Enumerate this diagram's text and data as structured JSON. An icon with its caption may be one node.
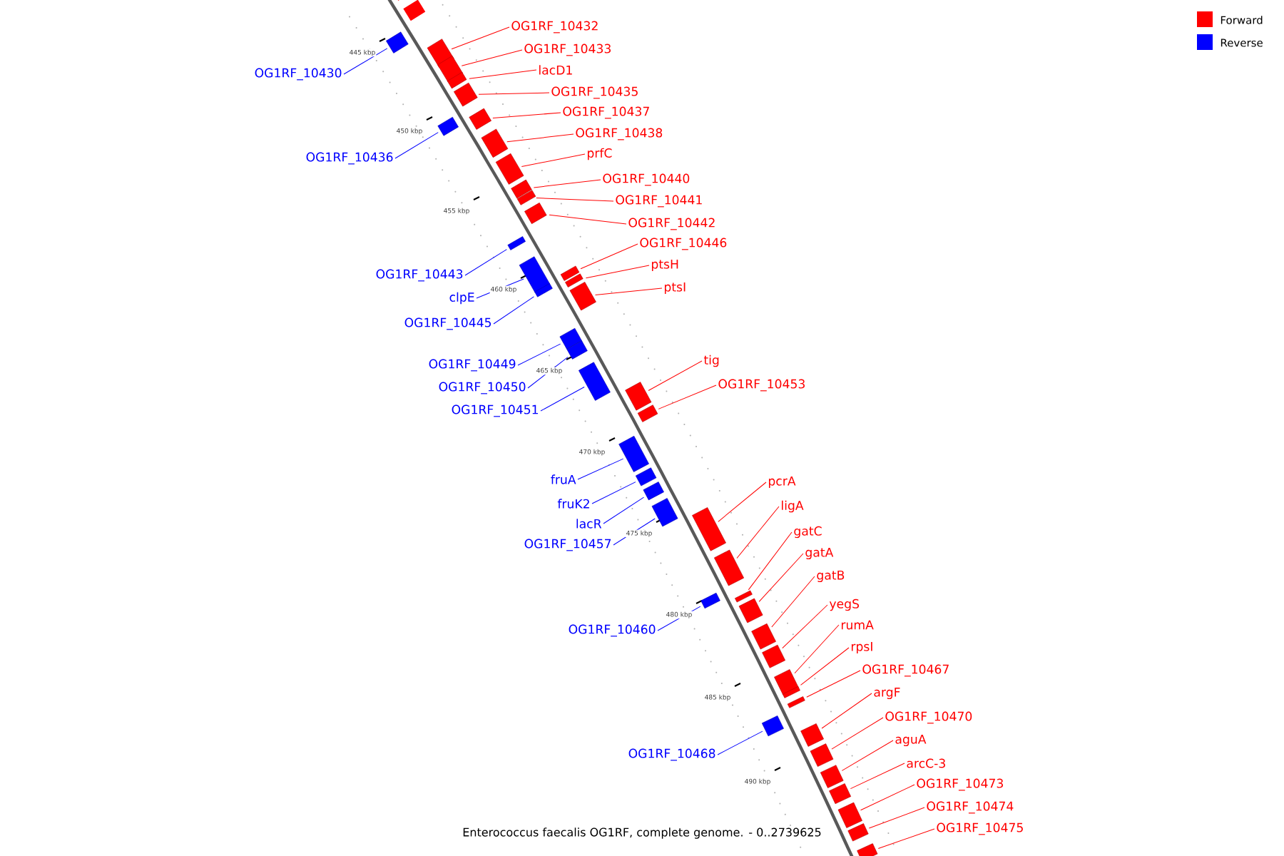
{
  "diagram": {
    "caption": "Enterococcus faecalis OG1RF, complete genome. - 0..2739625",
    "nodes": [
      {
        "text": [
          "OG1RF_10432"
        ]
      },
      {
        "text": [
          "OG1RF_10433"
        ]
      },
      {
        "text": [
          "lacD1"
        ]
      },
      {
        "text": [
          "OG1RF_10435"
        ]
      },
      {
        "text": [
          "OG1RF_10437"
        ]
      },
      {
        "text": [
          "OG1RF_10438"
        ]
      },
      {
        "text": [
          "prfC"
        ]
      },
      {
        "text": [
          "OG1RF_10440"
        ]
      },
      {
        "text": [
          "OG1RF_10441"
        ]
      },
      {
        "text": [
          "OG1RF_10442"
        ]
      },
      {
        "text": [
          "OG1RF_10446"
        ]
      },
      {
        "text": [
          "ptsH"
        ]
      },
      {
        "text": [
          "ptsI"
        ]
      },
      {
        "text": [
          "tig"
        ]
      },
      {
        "text": [
          "OG1RF_10453"
        ]
      },
      {
        "text": [
          "pcrA"
        ]
      },
      {
        "text": [
          "ligA"
        ]
      },
      {
        "text": [
          "gatC"
        ]
      },
      {
        "text": [
          "gatA"
        ]
      },
      {
        "text": [
          "gatB"
        ]
      },
      {
        "text": [
          "yegS"
        ]
      },
      {
        "text": [
          "rumA"
        ]
      },
      {
        "text": [
          "rpsI"
        ]
      },
      {
        "text": [
          "OG1RF_10467"
        ]
      },
      {
        "text": [
          "argF"
        ]
      },
      {
        "text": [
          "OG1RF_10470"
        ]
      },
      {
        "text": [
          "aguA"
        ]
      },
      {
        "text": [
          "arcC-3"
        ]
      },
      {
        "text": [
          "OG1RF_10473"
        ]
      },
      {
        "text": [
          "OG1RF_10474"
        ]
      },
      {
        "text": [
          "OG1RF_10475"
        ]
      },
      {
        "text": [
          "OG1RF_10430"
        ]
      },
      {
        "text": [
          "OG1RF_10436"
        ]
      },
      {
        "text": [
          "OG1RF_10443"
        ]
      },
      {
        "text": [
          "clpE"
        ]
      },
      {
        "text": [
          "OG1RF_10445"
        ]
      },
      {
        "text": [
          "OG1RF_10449"
        ]
      },
      {
        "text": [
          "OG1RF_10450"
        ]
      },
      {
        "text": [
          "OG1RF_10451"
        ]
      },
      {
        "text": [
          "fruA"
        ]
      },
      {
        "text": [
          "fruK2"
        ]
      },
      {
        "text": [
          "lacR"
        ]
      },
      {
        "text": [
          "OG1RF_10457"
        ]
      },
      {
        "text": [
          "OG1RF_10460"
        ]
      },
      {
        "text": [
          "OG1RF_10468"
        ]
      },
      {
        "text": [],
        "shape": "box"
      },
      {
        "text": [],
        "shape": "box"
      },
      {
        "text": [],
        "shape": "box"
      },
      {
        "text": [],
        "shape": "box"
      },
      {
        "text": [],
        "shape": "box"
      },
      {
        "text": [],
        "shape": "box"
      },
      {
        "text": [],
        "shape": "box"
      },
      {
        "text": [],
        "shape": "box"
      },
      {
        "text": [],
        "shape": "box"
      },
      {
        "text": [],
        "shape": "box"
      },
      {
        "text": [],
        "shape": "box"
      },
      {
        "text": [],
        "shape": "box"
      },
      {
        "text": [],
        "shape": "box"
      },
      {
        "text": [],
        "shape": "box"
      },
      {
        "text": [],
        "shape": "box"
      },
      {
        "text": [],
        "shape": "box"
      },
      {
        "text": [],
        "shape": "box"
      },
      {
        "text": [],
        "shape": "box"
      },
      {
        "text": [],
        "shape": "box"
      },
      {
        "text": [],
        "shape": "box"
      },
      {
        "text": [],
        "shape": "box"
      },
      {
        "text": [],
        "shape": "box"
      },
      {
        "text": [],
        "shape": "box"
      },
      {
        "text": [],
        "shape": "box"
      },
      {
        "text": [],
        "shape": "box"
      },
      {
        "text": [],
        "shape": "box"
      },
      {
        "text": [],
        "shape": "box"
      },
      {
        "text": [],
        "shape": "box"
      },
      {
        "text": [],
        "shape": "box"
      },
      {
        "text": [],
        "shape": "box"
      },
      {
        "text": [],
        "shape": "box"
      },
      {
        "text": [],
        "shape": "box"
      },
      {
        "text": [],
        "shape": "box"
      },
      {
        "text": [],
        "shape": "box"
      },
      {
        "text": [],
        "shape": "box"
      },
      {
        "text": [],
        "shape": "box"
      },
      {
        "text": [],
        "shape": "box"
      },
      {
        "text": [],
        "shape": "box"
      },
      {
        "text": [],
        "shape": "box"
      },
      {
        "text": [],
        "shape": "box"
      },
      {
        "text": [],
        "shape": "box"
      },
      {
        "text": [],
        "shape": "box"
      },
      {
        "text": [],
        "shape": "box"
      },
      {
        "text": [],
        "shape": "box"
      },
      {
        "text": [],
        "shape": "box"
      }
    ],
    "edges": [
      {
        "from": 0,
        "to": 46,
        "arrow": "none"
      },
      {
        "from": 1,
        "to": 47,
        "arrow": "none"
      },
      {
        "from": 2,
        "to": 48,
        "arrow": "none"
      },
      {
        "from": 3,
        "to": 49,
        "arrow": "none"
      },
      {
        "from": 4,
        "to": 51,
        "arrow": "none"
      },
      {
        "from": 5,
        "to": 52,
        "arrow": "none"
      },
      {
        "from": 6,
        "to": 53,
        "arrow": "none"
      },
      {
        "from": 7,
        "to": 54,
        "arrow": "none"
      },
      {
        "from": 8,
        "to": 55,
        "arrow": "none"
      },
      {
        "from": 9,
        "to": 56,
        "arrow": "none"
      },
      {
        "from": 10,
        "to": 60,
        "arrow": "none"
      },
      {
        "from": 11,
        "to": 61,
        "arrow": "none"
      },
      {
        "from": 12,
        "to": 62,
        "arrow": "none"
      },
      {
        "from": 13,
        "to": 66,
        "arrow": "none"
      },
      {
        "from": 14,
        "to": 67,
        "arrow": "none"
      },
      {
        "from": 15,
        "to": 72,
        "arrow": "none"
      },
      {
        "from": 16,
        "to": 73,
        "arrow": "none"
      },
      {
        "from": 17,
        "to": 75,
        "arrow": "none"
      },
      {
        "from": 18,
        "to": 76,
        "arrow": "none"
      },
      {
        "from": 19,
        "to": 77,
        "arrow": "none"
      },
      {
        "from": 20,
        "to": 78,
        "arrow": "none"
      },
      {
        "from": 21,
        "to": 79,
        "arrow": "none"
      },
      {
        "from": 22,
        "to": 80,
        "arrow": "none"
      },
      {
        "from": 23,
        "to": 81,
        "arrow": "none"
      },
      {
        "from": 24,
        "to": 83,
        "arrow": "none"
      },
      {
        "from": 25,
        "to": 84,
        "arrow": "none"
      },
      {
        "from": 26,
        "to": 85,
        "arrow": "none"
      },
      {
        "from": 27,
        "to": 86,
        "arrow": "none"
      },
      {
        "from": 28,
        "to": 87,
        "arrow": "none"
      },
      {
        "from": 29,
        "to": 88,
        "arrow": "none"
      },
      {
        "from": 30,
        "to": 89,
        "arrow": "none"
      },
      {
        "from": 31,
        "to": 45,
        "arrow": "none",
        "color": "#0000ff"
      },
      {
        "from": 32,
        "to": 50,
        "arrow": "none",
        "color": "#0000ff"
      },
      {
        "from": 33,
        "to": 57,
        "arrow": "none",
        "color": "#0000ff"
      },
      {
        "from": 34,
        "to": 58,
        "arrow": "none",
        "color": "#0000ff"
      },
      {
        "from": 35,
        "to": 59,
        "arrow": "none",
        "color": "#0000ff"
      },
      {
        "from": 36,
        "to": 63,
        "arrow": "none",
        "color": "#0000ff"
      },
      {
        "from": 37,
        "to": 64,
        "arrow": "none",
        "color": "#0000ff"
      },
      {
        "from": 38,
        "to": 65,
        "arrow": "none",
        "color": "#0000ff"
      },
      {
        "from": 39,
        "to": 68,
        "arrow": "none",
        "color": "#0000ff"
      },
      {
        "from": 40,
        "to": 69,
        "arrow": "none",
        "color": "#0000ff"
      },
      {
        "from": 41,
        "to": 70,
        "arrow": "none",
        "color": "#0000ff"
      },
      {
        "from": 42,
        "to": 71,
        "arrow": "none",
        "color": "#0000ff"
      },
      {
        "from": 43,
        "to": 74,
        "arrow": "none",
        "color": "#0000ff"
      },
      {
        "from": 44,
        "to": 82,
        "arrow": "none",
        "color": "#0000ff"
      }
    ],
    "labels": [
      "445 kbp",
      "450 kbp",
      "455 kbp",
      "460 kbp",
      "465 kbp",
      "470 kbp",
      "475 kbp",
      "480 kbp",
      "485 kbp",
      "490 kbp"
    ],
    "legend": [
      {
        "text": "Forward",
        "color": "#ff0000"
      },
      {
        "text": "Reverse",
        "color": "#0000ff"
      }
    ]
  }
}
